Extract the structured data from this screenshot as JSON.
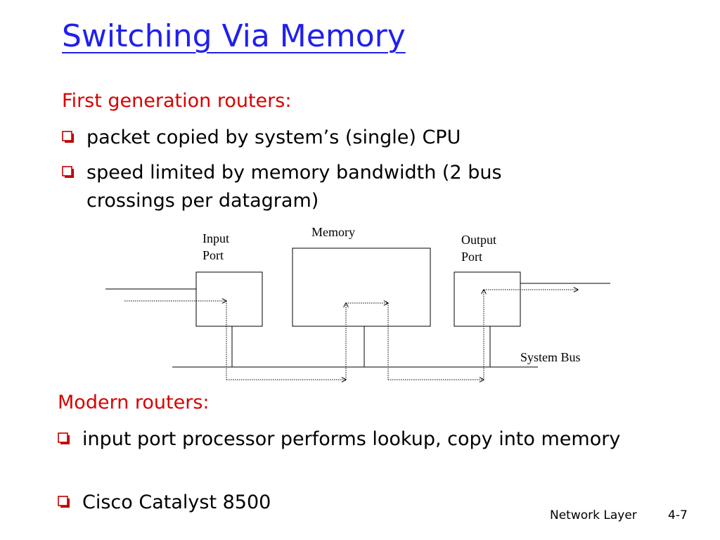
{
  "slide": {
    "title": "Switching Via Memory"
  },
  "first_section": {
    "heading": "First generation routers:",
    "bullets": [
      {
        "text": "packet copied by system’s (single) CPU"
      },
      {
        "text": "speed limited by memory bandwidth (2 bus crossings per datagram)"
      }
    ]
  },
  "diagram": {
    "input_port_label_line1": "Input",
    "input_port_label_line2": "Port",
    "memory_label": "Memory",
    "output_port_label_line1": "Output",
    "output_port_label_line2": "Port",
    "system_bus_label": "System Bus"
  },
  "second_section": {
    "heading": "Modern routers:",
    "bullets": [
      {
        "text": "input port processor performs lookup, copy into memory"
      },
      {
        "text": "Cisco Catalyst 8500"
      }
    ]
  },
  "footer": {
    "section": "Network Layer",
    "page": "4-7"
  },
  "colors": {
    "title": "#1f1ff0",
    "heading": "#d80000",
    "bullet_marker": "#c00000"
  }
}
